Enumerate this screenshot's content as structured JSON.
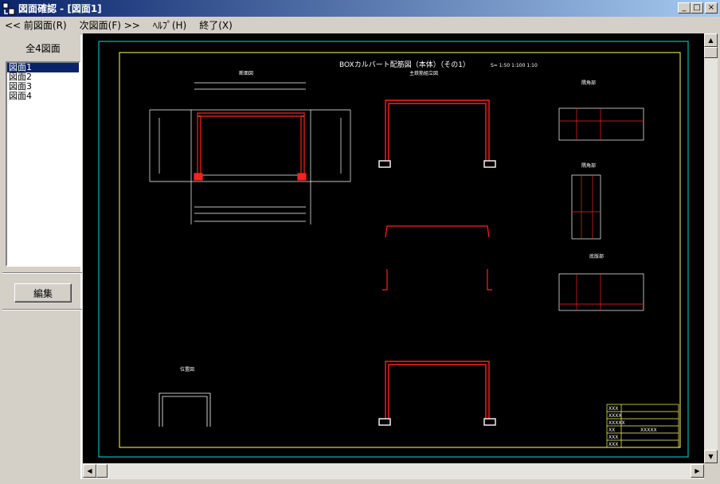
{
  "window": {
    "title": "図面確認 - [図面1]"
  },
  "window_buttons": {
    "minimize": "_",
    "maximize": "□",
    "close": "×"
  },
  "menu": {
    "items": [
      "<< 前図面(R)",
      "次図面(F) >>",
      "ﾍﾙﾌﾟ(H)",
      "終了(X)"
    ]
  },
  "left_panel": {
    "header": "全4図面",
    "list": [
      "図面1",
      "図面2",
      "図面3",
      "図面4"
    ],
    "selected_index": 0,
    "edit_button": "編集"
  },
  "drawing": {
    "main_title": "BOXカルバート配筋図（本体）（その1）",
    "scale_text": "S= 1:50  1:100  1:10",
    "labels": {
      "section_view": "断面図",
      "main_rebar": "主鉄筋組立図",
      "haunch_detail_a": "隅角部",
      "haunch_detail_b": "隅角部",
      "bottom_detail": "底版部",
      "layout": "位置図"
    },
    "title_block_rows": [
      "XXX",
      "XXXX",
      "XXXXX",
      "XX",
      "XXX",
      "XXX"
    ],
    "title_block_extra": "XXXXX"
  },
  "colors": {
    "titlebar_start": "#0a246a",
    "titlebar_end": "#a6caf0",
    "canvas_bg": "#000000",
    "rebar_red": "#ff2020",
    "line_white": "#ffffff",
    "frame_yellow": "#ffff66",
    "frame_cyan": "#00e0e0"
  }
}
